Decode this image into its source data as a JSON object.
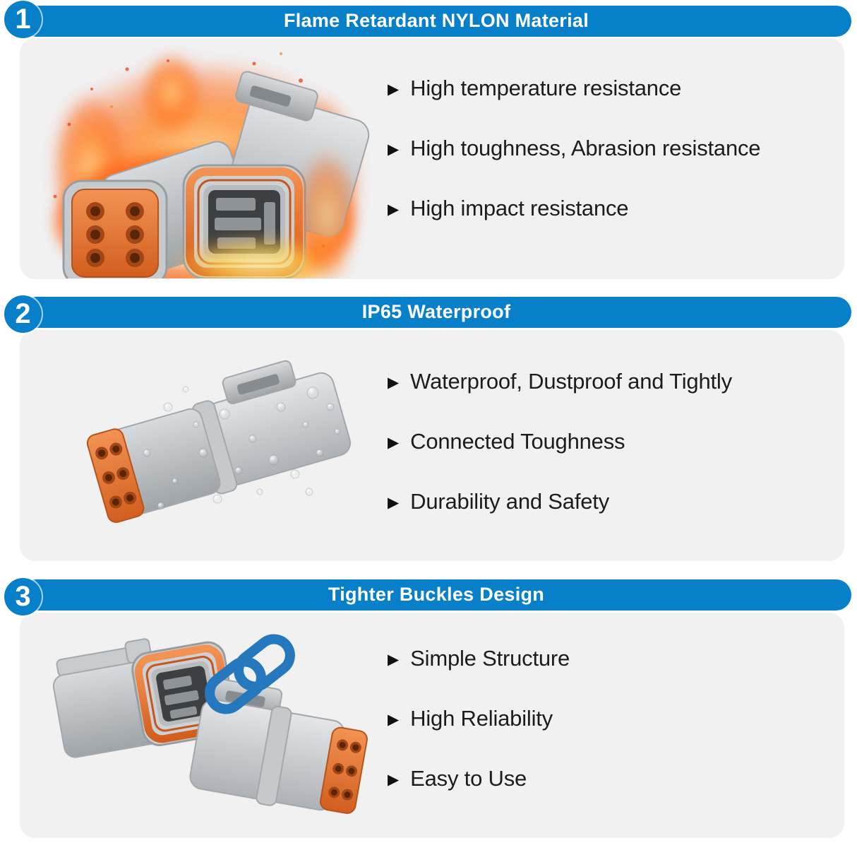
{
  "theme": {
    "accent_blue": "#0880c9",
    "chain_blue": "#2577be",
    "panel_gray": "#f1f1f2",
    "header_text_color": "#ffffff",
    "body_text_color": "#1c1c1c",
    "seal_orange": "#e8703a",
    "connector_gray": "#c9ccce"
  },
  "ui": {
    "bullet_glyph": "▶"
  },
  "sections": [
    {
      "badge": "1",
      "title": "Flame Retardant NYLON Material",
      "image": "connector-pair-in-flames",
      "bullets": [
        "High temperature resistance",
        "High toughness, Abrasion resistance",
        "High impact resistance"
      ]
    },
    {
      "badge": "2",
      "title": "IP65 Waterproof",
      "image": "connector-with-water-droplets",
      "bullets": [
        "Waterproof, Dustproof and Tightly",
        "Connected Toughness",
        "Durability and Safety"
      ]
    },
    {
      "badge": "3",
      "title": "Tighter Buckles Design",
      "image": "two-connectors-with-chain-link",
      "bullets": [
        "Simple Structure",
        "High Reliability",
        "Easy to Use"
      ]
    }
  ]
}
